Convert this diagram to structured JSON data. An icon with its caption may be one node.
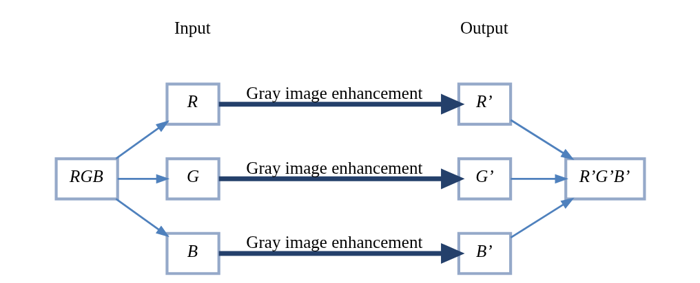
{
  "diagram": {
    "nodes": [
      {
        "text": [
          "RGB"
        ]
      },
      {
        "text": [
          "R"
        ]
      },
      {
        "text": [
          "G"
        ]
      },
      {
        "text": [
          "B"
        ]
      },
      {
        "text": [
          "R’"
        ]
      },
      {
        "text": [
          "G’"
        ]
      },
      {
        "text": [
          "B’"
        ]
      },
      {
        "text": [
          "R’G’B’"
        ]
      }
    ],
    "edges": [
      {
        "from": 0,
        "to": 1,
        "arrow": "to"
      },
      {
        "from": 0,
        "to": 2,
        "arrow": "to"
      },
      {
        "from": 0,
        "to": 3,
        "arrow": "to"
      },
      {
        "from": 1,
        "to": 4,
        "arrow": "to",
        "label": "Gray image enhancement",
        "style": "thick",
        "color": "#24406b"
      },
      {
        "from": 2,
        "to": 5,
        "arrow": "to",
        "label": "Gray image enhancement",
        "style": "thick",
        "color": "#24406b"
      },
      {
        "from": 3,
        "to": 6,
        "arrow": "to",
        "label": "Gray image enhancement",
        "style": "thick",
        "color": "#24406b"
      },
      {
        "from": 4,
        "to": 7,
        "arrow": "to"
      },
      {
        "from": 5,
        "to": 7,
        "arrow": "to"
      },
      {
        "from": 6,
        "to": 7,
        "arrow": "to"
      }
    ],
    "labels": [
      "Input",
      "Output"
    ]
  }
}
